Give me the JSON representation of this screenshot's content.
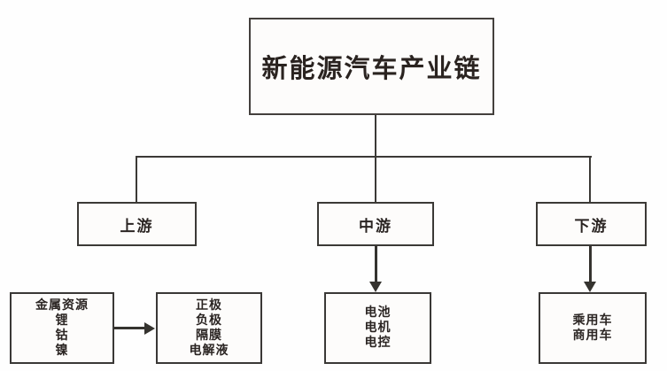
{
  "diagram": {
    "title_node": {
      "label": "新能源汽车产业链"
    },
    "tiers": {
      "upstream": {
        "label": "上游"
      },
      "midstream": {
        "label": "中游"
      },
      "downstream": {
        "label": "下游"
      }
    },
    "detail_nodes": {
      "metals": {
        "lines": [
          "金属资源",
          "锂",
          "钴",
          "镍"
        ]
      },
      "battery_materials": {
        "lines": [
          "正极",
          "负极",
          "隔膜",
          "电解液"
        ]
      },
      "mid_parts": {
        "lines": [
          "电池",
          "电机",
          "电控"
        ]
      },
      "vehicles": {
        "lines": [
          "乘用车",
          "商用车"
        ]
      }
    }
  },
  "colors": {
    "background": "#fefefe",
    "box_border": "#3b3936",
    "text": "#2b2523",
    "connector": "#35332f"
  }
}
